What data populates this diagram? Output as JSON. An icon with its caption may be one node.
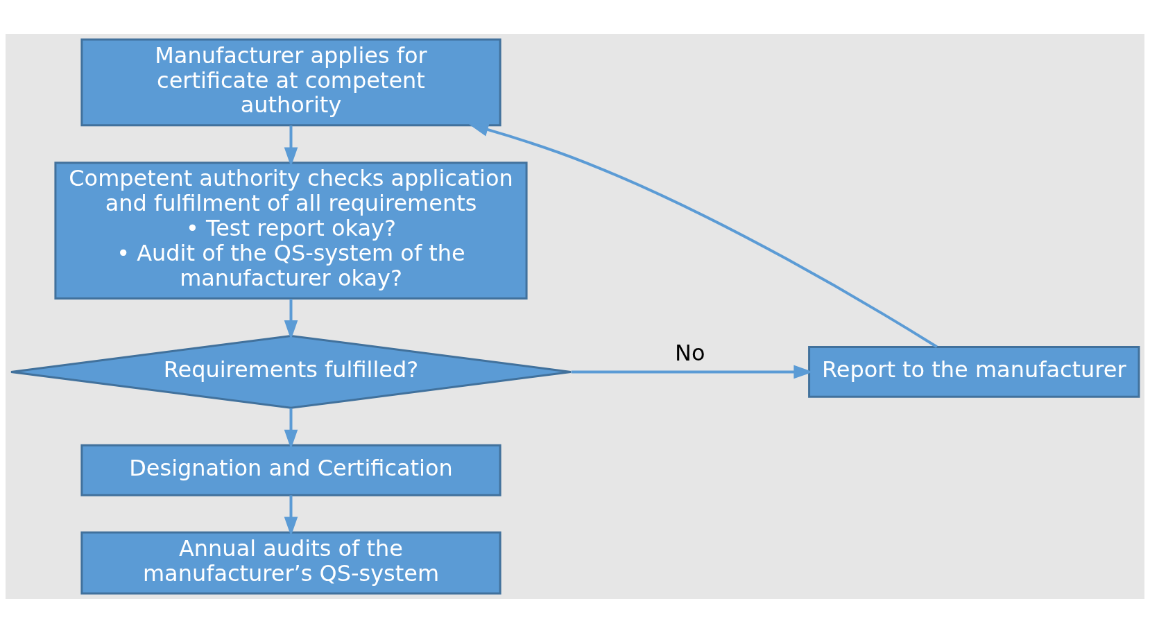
{
  "diagram": {
    "nodes": [
      {
        "text": [
          "Manufacturer applies for certificate at competent authority"
        ]
      },
      {
        "text": [
          "Competent authority checks application and fulfilment of all requirements",
          "• Test report okay?",
          "• Audit of the QS-system of the manufacturer okay?"
        ]
      },
      {
        "text": [
          "Requirements fulfilled?"
        ]
      },
      {
        "text": [
          "Report to the manufacturer"
        ]
      },
      {
        "text": [
          "Designation and Certification"
        ]
      },
      {
        "text": [
          "Annual audits of the manufacturer’s QS-system"
        ]
      }
    ],
    "edges": [
      {
        "from": 0,
        "to": 1,
        "arrow": "to"
      },
      {
        "from": 1,
        "to": 2,
        "arrow": "to"
      },
      {
        "from": 2,
        "to": 3,
        "arrow": "to",
        "label": "No"
      },
      {
        "from": 3,
        "to": 0,
        "arrow": "to"
      },
      {
        "from": 2,
        "to": 4,
        "arrow": "to"
      },
      {
        "from": 4,
        "to": 5,
        "arrow": "to"
      }
    ]
  }
}
